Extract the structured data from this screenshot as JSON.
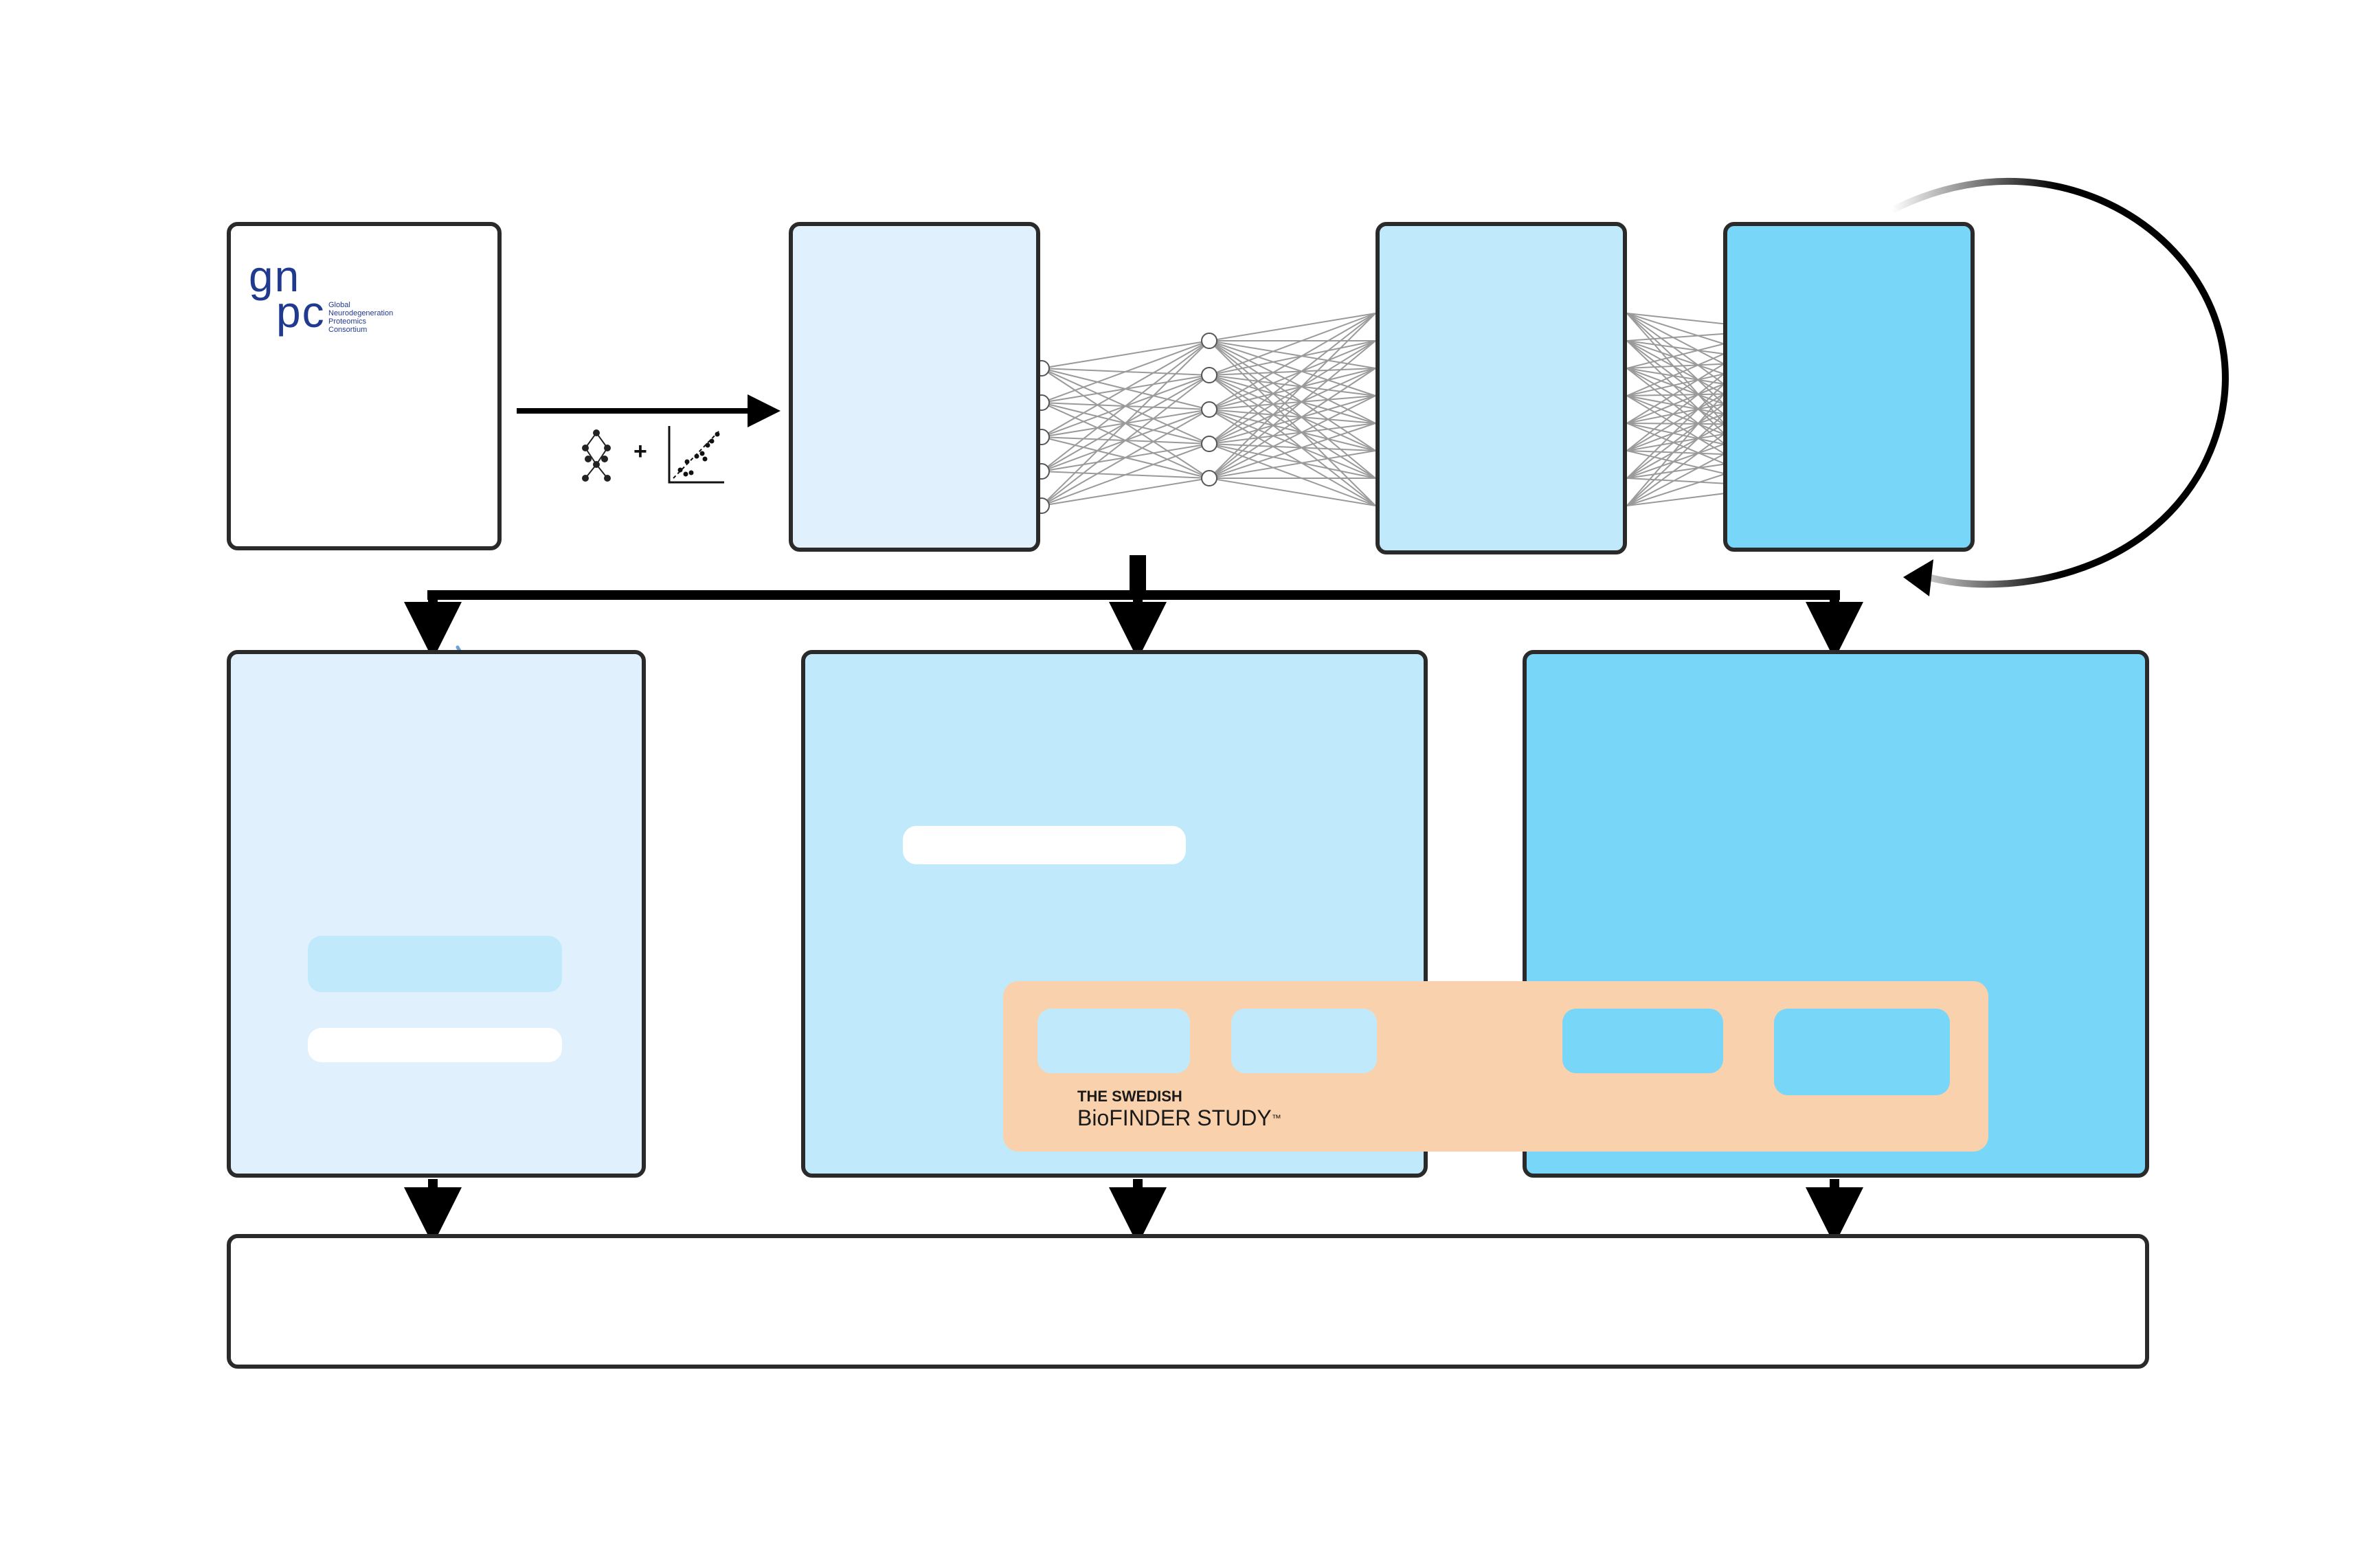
{
  "gnpc_logo": {
    "letters_top": "gn",
    "letters_bottom": "pc",
    "line1": "Global",
    "line2": "Neurodegeneration",
    "line3": "Proteomics",
    "line4": "Consortium"
  },
  "biofinder_logo": {
    "line1": "THE SWEDISH",
    "line2": "BioFINDER STUDY",
    "trademark": "™"
  },
  "colors": {
    "panel_light": "#e0f0fc",
    "panel_mid": "#c0eafc",
    "panel_dark": "#78d6f8",
    "biofinder_band": "#f9d1ac",
    "arrow_grey": "#5b6f80",
    "heat_dark": "#b03a2e",
    "heat_mid": "#d9705a",
    "heat_light": "#f0b9a6"
  },
  "class_dot_colors": [
    "#2e6fb0",
    "#d62828",
    "#2e9a3e",
    "#f0a600",
    "#8a4fd6",
    "#1a1a1a"
  ],
  "icons": [
    "gnpc-logo",
    "protein-array-icon",
    "network-icon",
    "scatter-plot-icon",
    "neural-network-icon",
    "heatmap-icon",
    "people-icon",
    "biofinder-logo",
    "loop-arrow-icon"
  ]
}
